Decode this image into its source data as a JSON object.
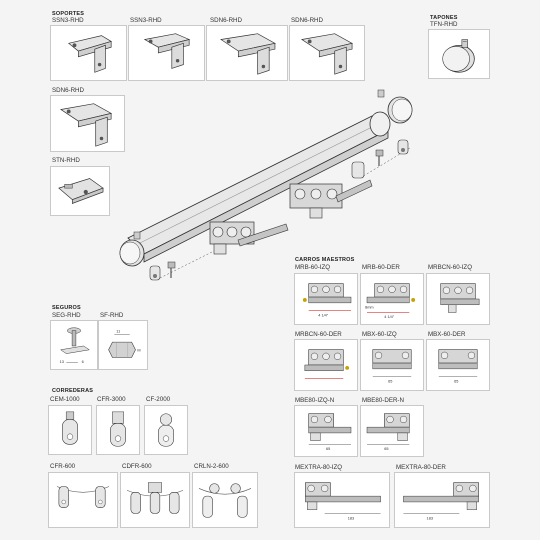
{
  "sections": {
    "soportes": "SOPORTES",
    "tapones": "TAPONES",
    "carros": "CARROS MAESTROS",
    "seguros": "SEGUROS",
    "correderas": "CORREDERAS"
  },
  "soportes": [
    "SSN3-RHD",
    "SSN3-RHD",
    "SDN6-RHD",
    "SDN6-RHD",
    "SDN6-RHD",
    "STN-RHD"
  ],
  "tapones": [
    "TFN-RHD"
  ],
  "seguros": [
    "SEG-RHD",
    "SF-RHD"
  ],
  "seguros_dims": {
    "size": "M",
    "a": "13",
    "b": "6",
    "c": "11"
  },
  "correderas_top": [
    "CEM-1000",
    "CFR-3000",
    "CF-2000"
  ],
  "correderas_bottom": [
    "CFR-600",
    "CDFR-600",
    "CRLN-2-600"
  ],
  "carros": [
    "MRB-60-IZQ",
    "MRB-60-DER",
    "MRBCN-60-IZQ",
    "MRBCN-60-DER",
    "MBX-60-IZQ",
    "MBX-60-DER",
    "MBE80-IZQ-N",
    "MBE80-DER-N",
    "MEXTRA-80-IZQ",
    "MEXTRA-80-DER"
  ],
  "carros_dims": {
    "d114": "4 1/4\"",
    "d8mm": "8mm",
    "d65": "65",
    "d183": "183"
  }
}
